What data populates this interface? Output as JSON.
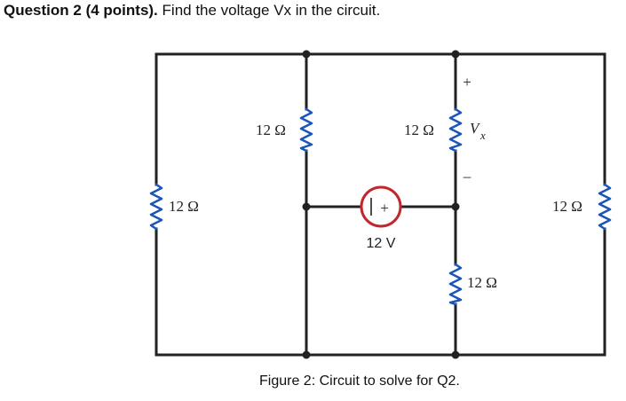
{
  "question": {
    "heading": "Question 2 (4 points).",
    "text": "Find the voltage Vx in the circuit."
  },
  "circuit": {
    "resistors": {
      "left_outer": "12 Ω",
      "top_middle": "12 Ω",
      "top_right": "12 Ω",
      "bottom_right": "12 Ω",
      "right_outer": "12 Ω"
    },
    "source": {
      "polarity": "+",
      "label": "12 V"
    },
    "vx": {
      "plus": "+",
      "symbol": "V",
      "subscript": "x",
      "minus": "–"
    }
  },
  "caption": "Figure 2: Circuit to solve for Q2.",
  "colors": {
    "wire": "#222222",
    "resistor": "#1a55b8",
    "source_ring": "#c0282d",
    "node": "#222222"
  }
}
